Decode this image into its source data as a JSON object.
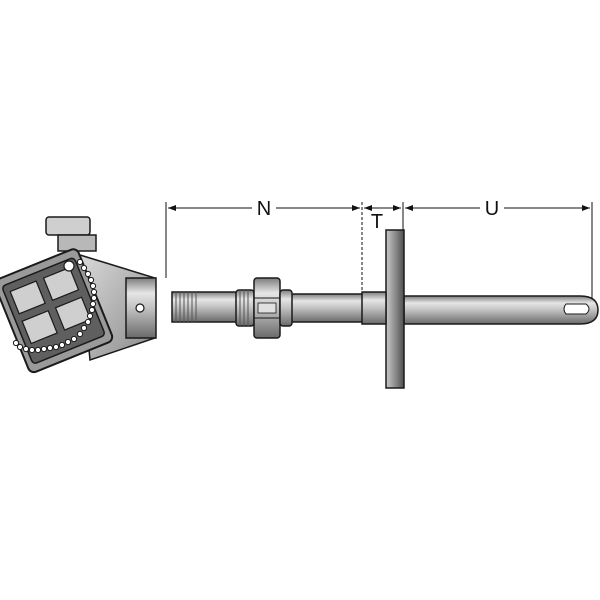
{
  "dimensions": {
    "n_label": "N",
    "t_label": "T",
    "u_label": "U"
  },
  "colors": {
    "metal_light": "#dcdcdc",
    "metal_mid": "#a9a9a9",
    "metal_dark": "#6f6f6f",
    "outline": "#1a1a1a",
    "flange_dark": "#555555"
  },
  "icons": {
    "head": "connection-head-icon",
    "chain": "chain-icon"
  }
}
